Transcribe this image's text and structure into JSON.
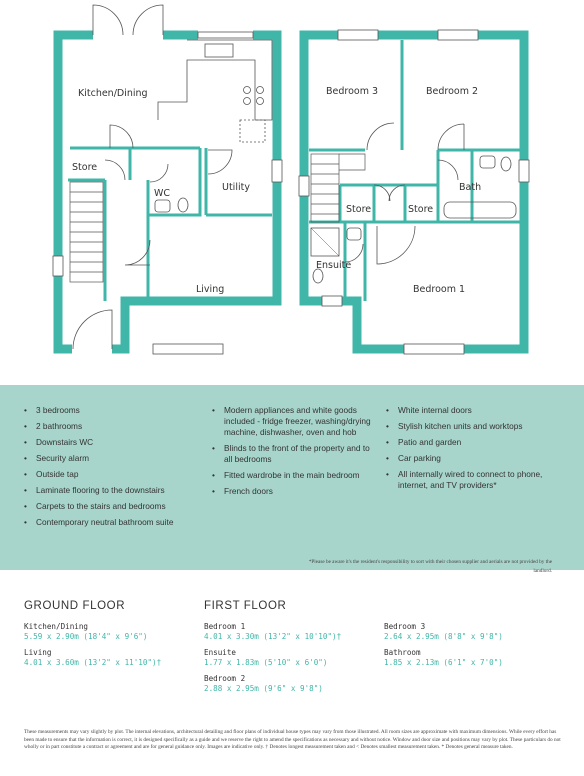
{
  "rooms": {
    "kitchen_dining": "Kitchen/Dining",
    "store_ground": "Store",
    "wc": "WC",
    "utility": "Utility",
    "living": "Living",
    "bedroom3": "Bedroom 3",
    "bedroom2": "Bedroom 2",
    "bath": "Bath",
    "store_first_1": "Store",
    "store_first_2": "Store",
    "ensuite": "Ensuite",
    "bedroom1": "Bedroom 1"
  },
  "features": {
    "col1": [
      "3 bedrooms",
      "2 bathrooms",
      "Downstairs WC",
      "Security alarm",
      "Outside tap",
      "Laminate flooring to the downstairs",
      "Carpets to the stairs and bedrooms",
      "Contemporary neutral bathroom suite"
    ],
    "col2": [
      "Modern appliances and white goods included - fridge freezer, washing/drying machine, dishwasher, oven and hob",
      "Blinds to the front of the property and to all bedrooms",
      "Fitted wardrobe in the main bedroom",
      "French doors"
    ],
    "col3": [
      "White internal doors",
      "Stylish kitchen units and worktops",
      "Patio and garden",
      "Car parking",
      "All internally wired to connect to phone, internet, and TV providers*"
    ]
  },
  "disclaimer": "*Please be aware it's the resident's responsibility to sort with their chosen supplier and aerials are not provided by the landlord.",
  "ground_floor": {
    "heading": "GROUND FLOOR",
    "rooms": [
      {
        "name": "Kitchen/Dining",
        "dims": "5.59 x 2.90m (18'4\" x 9'6\")"
      },
      {
        "name": "Living",
        "dims": "4.01 x 3.60m (13'2\" x 11'10\")†"
      }
    ]
  },
  "first_floor": {
    "heading": "FIRST FLOOR",
    "rooms": [
      {
        "name": "Bedroom 1",
        "dims": "4.01 x 3.30m (13'2\" x 10'10\")†"
      },
      {
        "name": "Ensuite",
        "dims": "1.77 x 1.83m (5'10\" x 6'0\")"
      },
      {
        "name": "Bedroom 2",
        "dims": "2.88 x 2.95m (9'6\" x 9'8\")"
      },
      {
        "name": "Bedroom 3",
        "dims": "2.64 x 2.95m (8'8\" x 9'8\")"
      },
      {
        "name": "Bathroom",
        "dims": "1.85 x 2.13m (6'1\" x 7'0\")"
      }
    ]
  },
  "footer": "These measurements may vary slightly by plot. The internal elevations, architectural detailing and floor plans of individual house types may vary from those illustrated. All room sizes are approximate with maximum dimensions. While every effort has been made to ensure that the information is correct, it is designed specifically as a guide and we reserve the right to amend the specifications as necessary and without notice. Window and door size and positions may vary by plot. These particulars do not wholly or in part constitute a contract or agreement and are for general guidance only. Images are indicative only. † Denotes longest measurement taken and < Denotes smallest measurement taken. * Denotes general measure taken.",
  "colors": {
    "wall": "#3fb6a8",
    "panel": "#a8d5cb",
    "accent_text": "#3fb6a8"
  }
}
